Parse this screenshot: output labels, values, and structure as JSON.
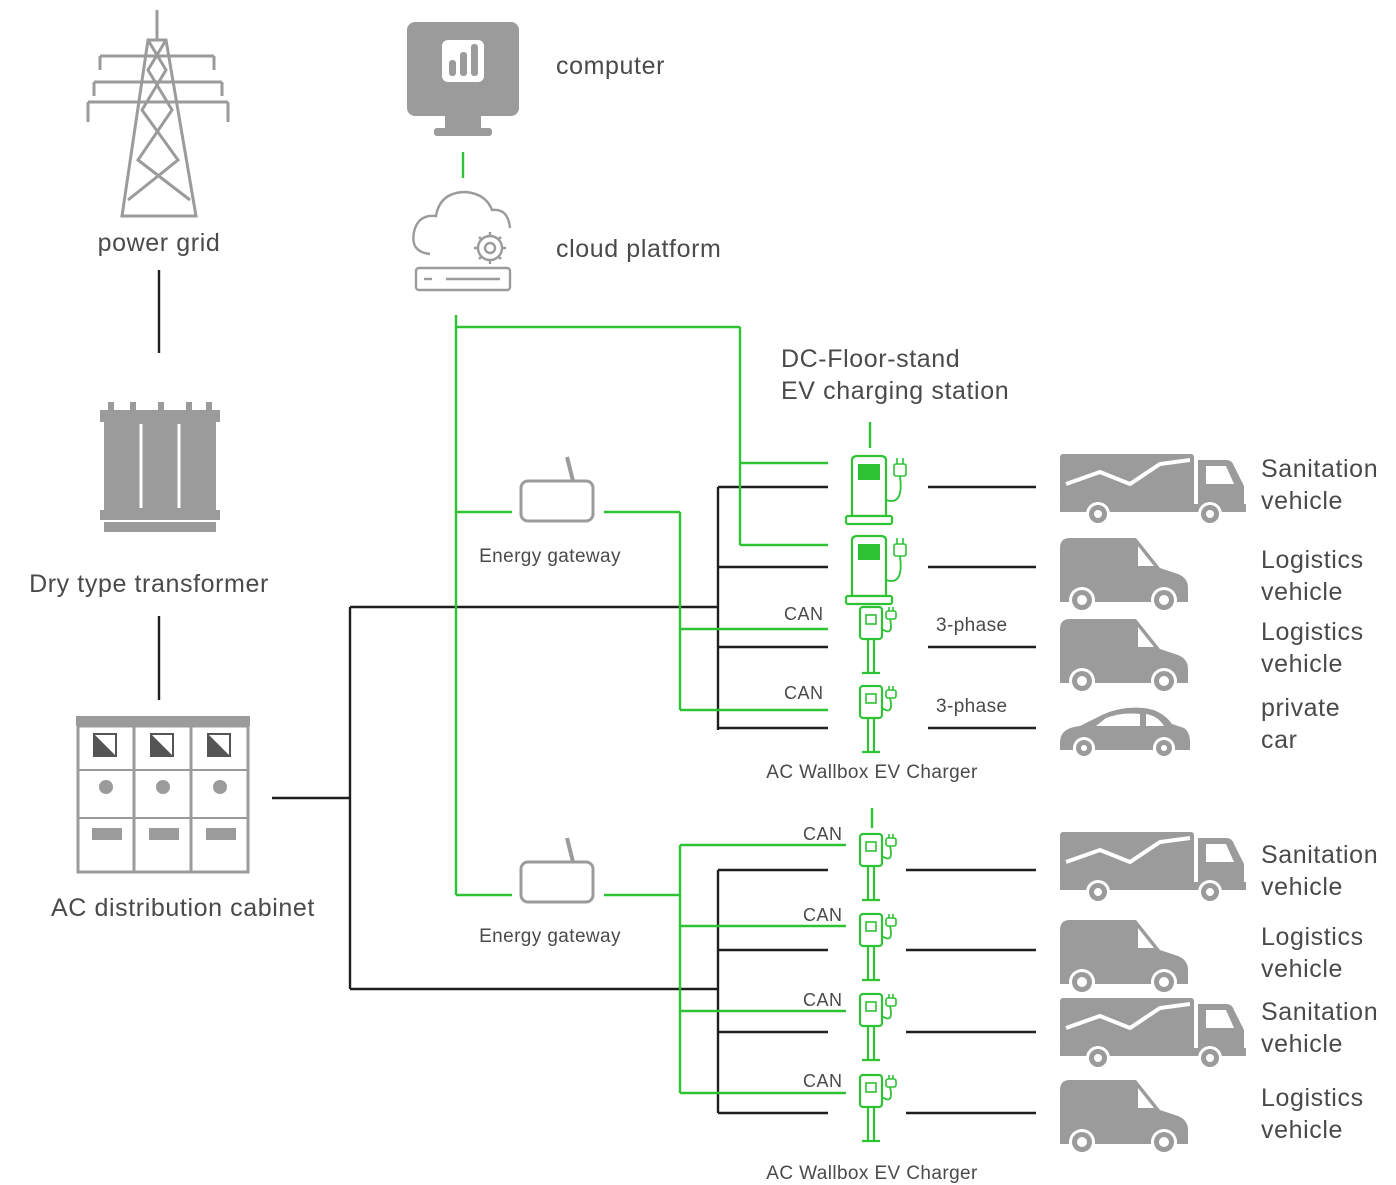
{
  "colors": {
    "power_line": "#1f1f1f",
    "data_line": "#2ec235",
    "icon_gray": "#9b9b9b",
    "text": "#4a4a4a"
  },
  "nodes": {
    "power_grid": "power grid",
    "transformer": "Dry type transformer",
    "cabinet": "AC distribution cabinet",
    "computer": "computer",
    "cloud": "cloud platform",
    "gateway_1": "Energy gateway",
    "gateway_2": "Energy gateway",
    "dc_station_line1": "DC-Floor-stand",
    "dc_station_line2": "EV charging station",
    "ac_charger_1": "AC Wallbox EV Charger",
    "ac_charger_2": "AC Wallbox EV Charger"
  },
  "link_labels": {
    "can": "CAN",
    "three_phase": "3-phase"
  },
  "vehicles": [
    {
      "line1": "Sanitation",
      "line2": "vehicle",
      "icon": "truck-icon"
    },
    {
      "line1": "Logistics",
      "line2": "vehicle",
      "icon": "van-icon"
    },
    {
      "line1": "Logistics",
      "line2": "vehicle",
      "icon": "van-icon"
    },
    {
      "line1": "private",
      "line2": "car",
      "icon": "car-icon"
    },
    {
      "line1": "Sanitation",
      "line2": "vehicle",
      "icon": "truck-icon"
    },
    {
      "line1": "Logistics",
      "line2": "vehicle",
      "icon": "van-icon"
    },
    {
      "line1": "Sanitation",
      "line2": "vehicle",
      "icon": "truck-icon"
    },
    {
      "line1": "Logistics",
      "line2": "vehicle",
      "icon": "van-icon"
    }
  ]
}
